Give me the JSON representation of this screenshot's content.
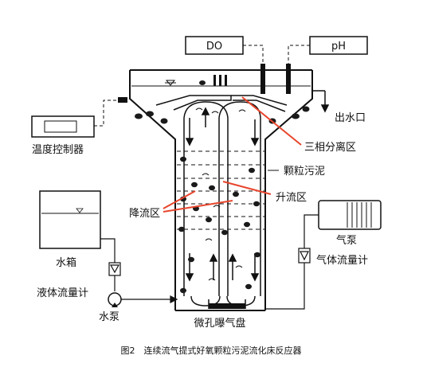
{
  "labels": {
    "do": "DO",
    "ph": "pH",
    "outlet": "出水口",
    "temp_controller": "温度控制器",
    "three_phase_zone": "三相分离区",
    "granular_sludge": "颗粒污泥",
    "up_flow_zone": "升流区",
    "down_flow_zone": "降流区",
    "air_pump": "气泵",
    "gas_flowmeter": "气体流量计",
    "water_tank": "水箱",
    "liquid_flowmeter": "液体流量计",
    "water_pump": "水泵",
    "aeration_disc": "微孔曝气盘"
  },
  "caption": "图2　连续流气提式好氧颗粒污泥流化床反应器",
  "colors": {
    "stroke": "#111111",
    "callout": "#e8452c",
    "granule": "#1a1a1a"
  }
}
